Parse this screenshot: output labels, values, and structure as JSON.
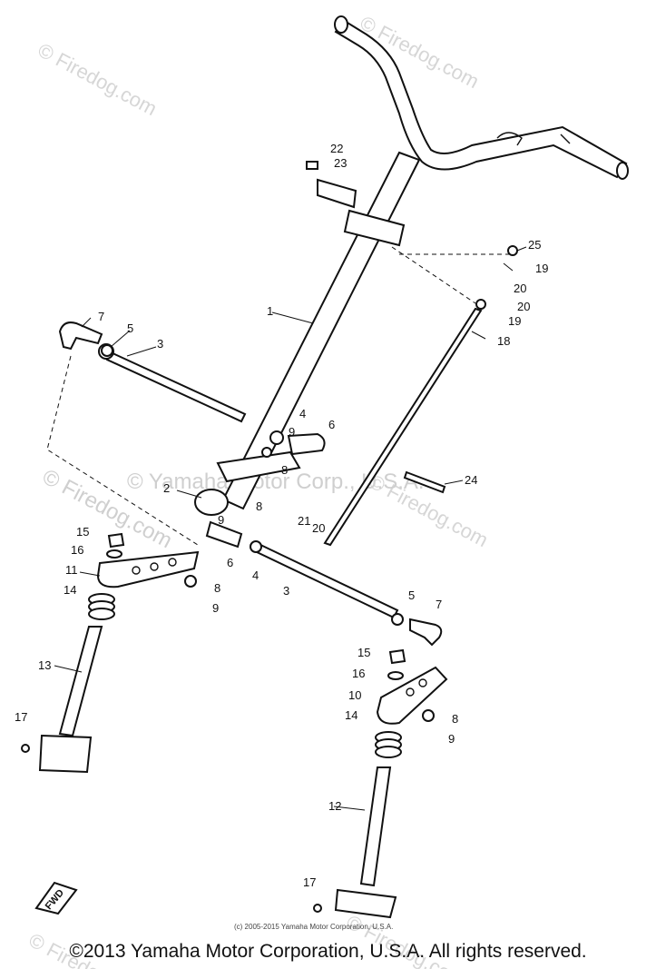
{
  "watermarks": {
    "firedog_top_left": "© Firedog.com",
    "firedog_top_center": "© Firedog.com",
    "firedog_mid_left": "© Firedog.com",
    "firedog_mid_right": "© Firedog.com",
    "yamaha_mid": "© Yamaha Motor Corp., U.S.A.",
    "firedog_bottom_left": "© Firedog.com",
    "firedog_bottom_center": "© Firedog.com"
  },
  "callouts": {
    "p1": "1",
    "p2": "2",
    "p3_left": "3",
    "p3_right": "3",
    "p4_upper": "4",
    "p4_lower": "4",
    "p5_left": "5",
    "p5_right": "5",
    "p6_upper": "6",
    "p6_lower": "6",
    "p7_left": "7",
    "p7_right": "7",
    "p8_a": "8",
    "p8_b": "8",
    "p8_c": "8",
    "p8_d": "8",
    "p9_a": "9",
    "p9_b": "9",
    "p9_c": "9",
    "p9_d": "9",
    "p10": "10",
    "p11": "11",
    "p12": "12",
    "p13": "13",
    "p14_left": "14",
    "p14_right": "14",
    "p15_left": "15",
    "p15_right": "15",
    "p16_left": "16",
    "p16_right": "16",
    "p17_left": "17",
    "p17_right": "17",
    "p18": "18",
    "p19_a": "19",
    "p19_b": "19",
    "p20_a": "20",
    "p20_b": "20",
    "p20_c": "20",
    "p21": "21",
    "p22": "22",
    "p23": "23",
    "p24": "24",
    "p25": "25"
  },
  "fwd_label": "FWD",
  "small_credit": "(c) 2005-2015 Yamaha Motor Corporation, U.S.A.",
  "copyright": "©2013 Yamaha Motor Corporation, U.S.A. All rights reserved."
}
